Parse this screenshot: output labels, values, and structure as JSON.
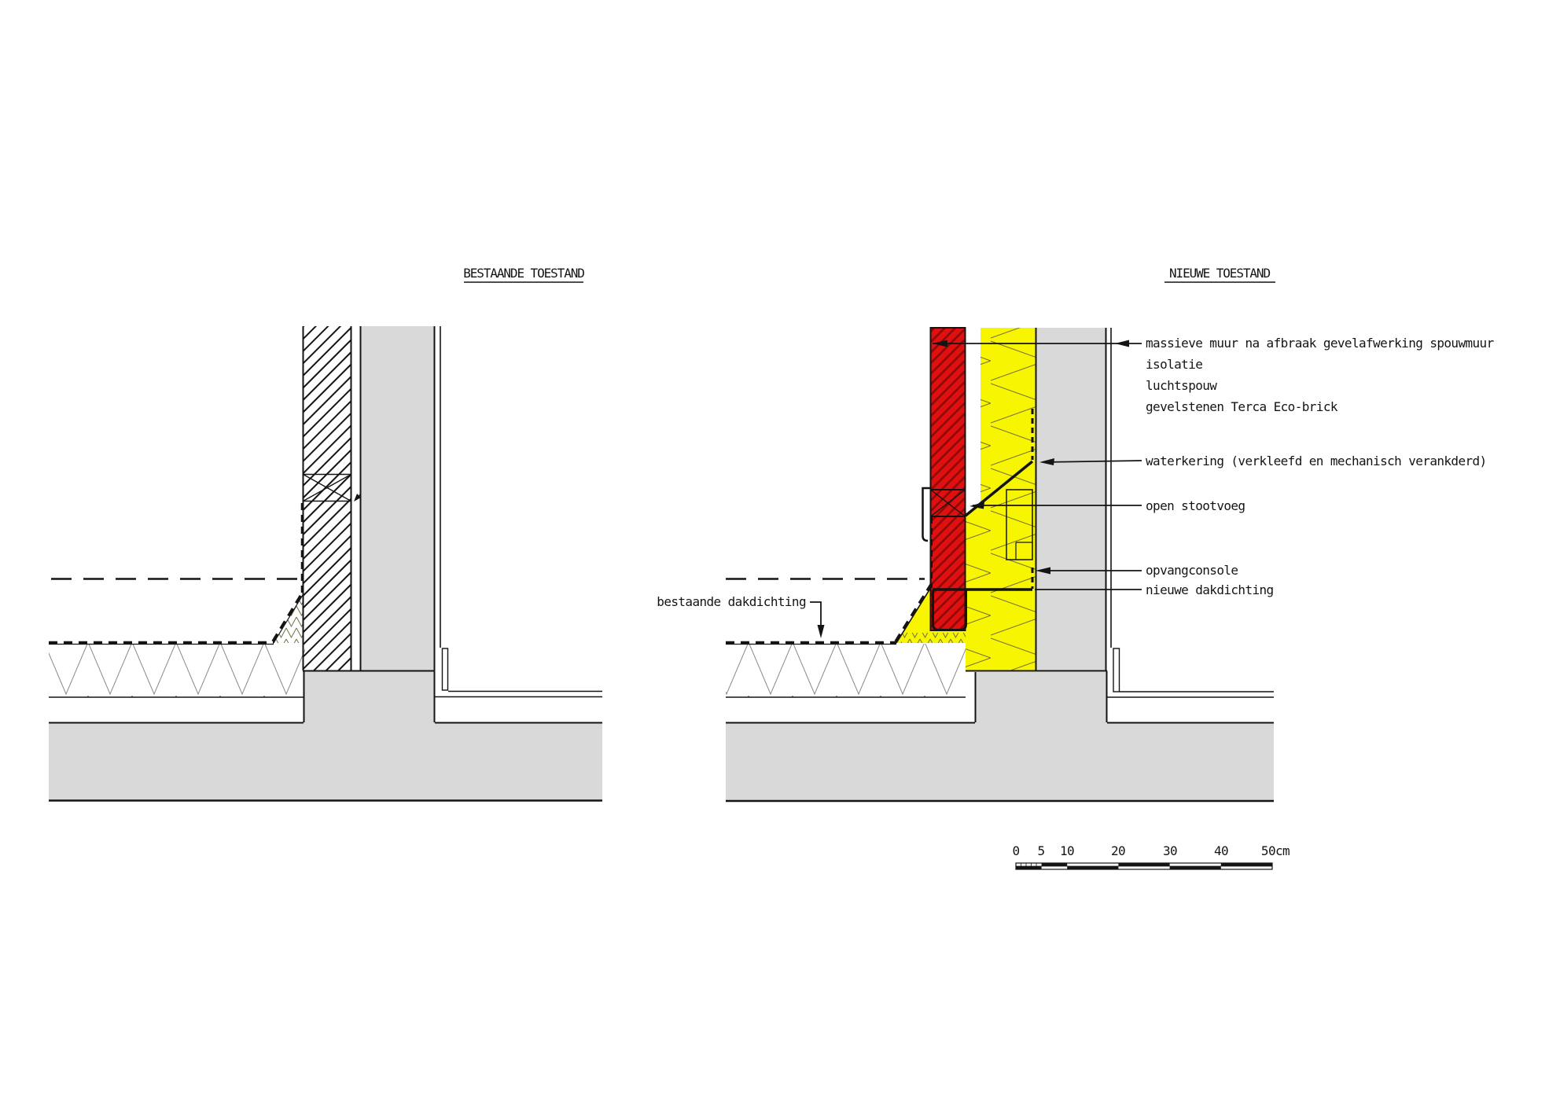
{
  "drawing": {
    "left_title": "BESTAANDE TOESTAND",
    "right_title": "NIEUWE TOESTAND"
  },
  "annotations": {
    "layer_stack": [
      "massieve muur na afbraak gevelafwerking spouwmuur",
      "isolatie",
      "luchtspouw",
      "gevelstenen Terca Eco-brick"
    ],
    "waterkering": "waterkering (verkleefd en mechanisch verankderd)",
    "open_stootvoeg": "open stootvoeg",
    "opvangconsole": "opvangconsole",
    "nieuwe_dakdichting": "nieuwe dakdichting",
    "bestaande_dakdichting": "bestaande dakdichting"
  },
  "scalebar": {
    "labels": [
      "0",
      "5",
      "10",
      "20",
      "30",
      "40",
      "50cm"
    ]
  },
  "colors": {
    "red": "#de1010",
    "red_hatch": "#8f0808",
    "yellow": "#f8f500",
    "yellow_line": "#6e6e35",
    "gray": "#d9d9d9",
    "ink": "#141414"
  }
}
